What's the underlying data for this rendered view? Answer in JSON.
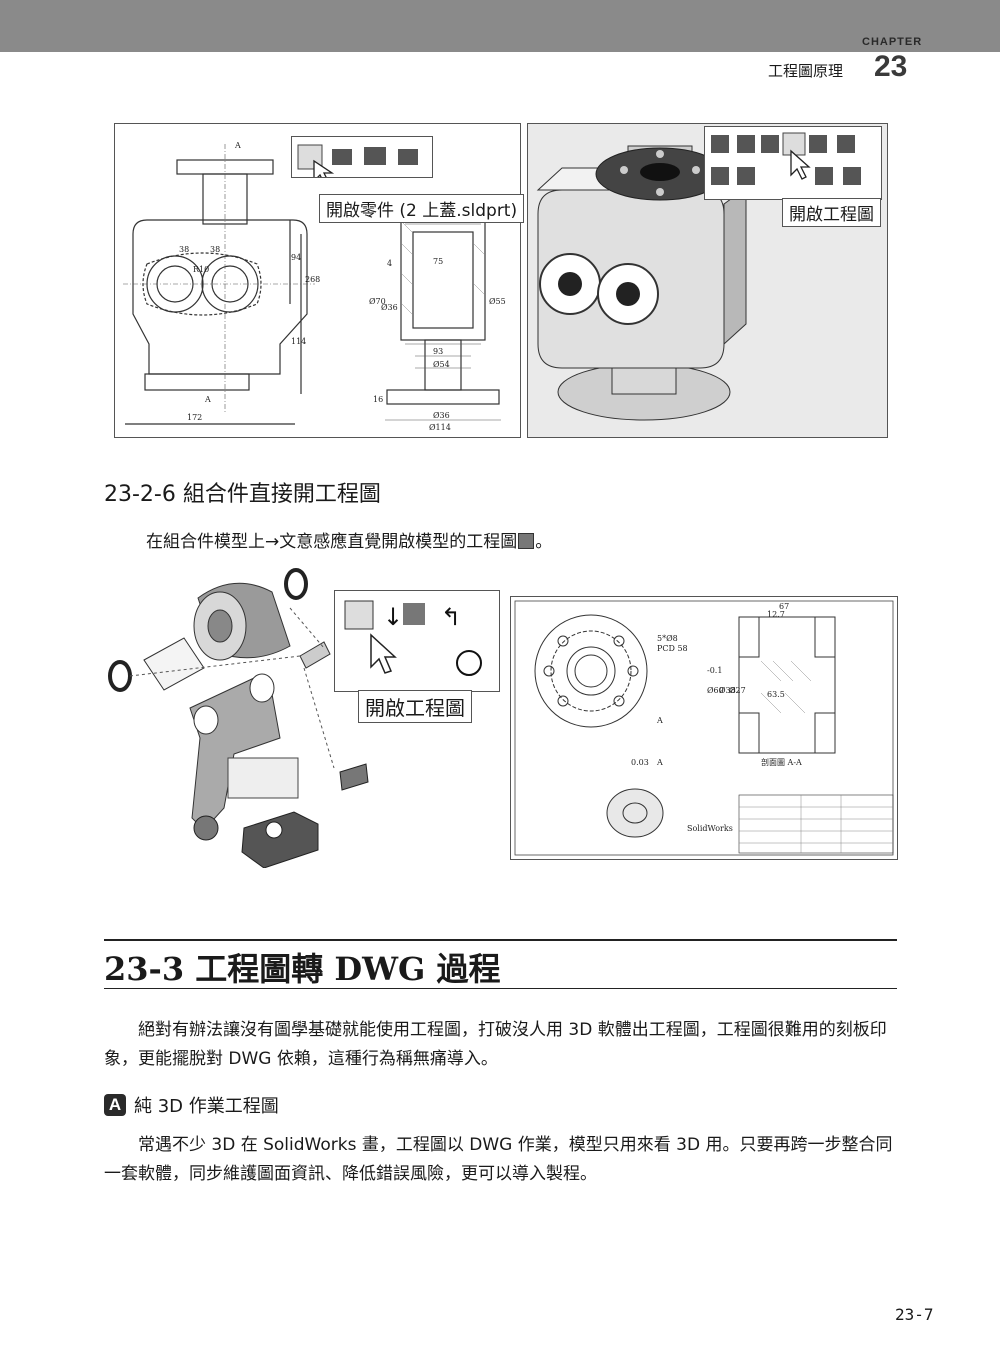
{
  "header": {
    "chapter_label": "CHAPTER",
    "chapter_title": "工程圖原理",
    "chapter_number": "23"
  },
  "figure1": {
    "left_popup_label": "開啟零件 (2 上蓋.sldprt)",
    "right_popup_label": "開啟工程圖",
    "dims": [
      "38",
      "38",
      "R10",
      "94",
      "268",
      "114",
      "172",
      "75",
      "4",
      "Ø70",
      "Ø36",
      "Ø55",
      "93",
      "Ø54",
      "16",
      "Ø36",
      "Ø114",
      "A",
      "A"
    ]
  },
  "section_2_6": {
    "heading": "23-2-6 組合件直接開工程圖",
    "body": "在組合件模型上→文意感應直覺開啟模型的工程圖",
    "body_end": "。"
  },
  "figure2": {
    "popup_label": "開啟工程圖",
    "dims": [
      "67",
      "12.7",
      "5*Ø8",
      "PCD 58",
      "A",
      "0.03",
      "A",
      "63.5",
      "Ø60",
      "Ø38",
      "Ø27",
      "-0.1",
      "剖面圖 A-A",
      "SolidWorks"
    ]
  },
  "section_3": {
    "heading": "23-3 工程圖轉 DWG 過程",
    "para1": "絕對有辦法讓沒有圖學基礎就能使用工程圖，打破沒人用 3D 軟體出工程圖，工程圖很難用的刻板印象，更能擺脫對 DWG 依賴，這種行為稱無痛導入。",
    "sub_badge": "A",
    "sub_heading": "純 3D 作業工程圖",
    "para2": "常遇不少 3D 在 SolidWorks 畫，工程圖以 DWG 作業，模型只用來看 3D 用。只要再跨一步整合同一套軟體，同步維護圖面資訊、降低錯誤風險，更可以導入製程。"
  },
  "footer": {
    "page_number": "23-7"
  }
}
